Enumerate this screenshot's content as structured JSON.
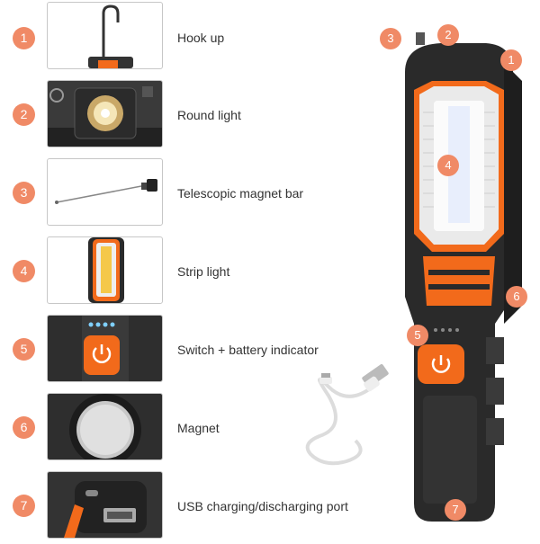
{
  "features": [
    {
      "num": "1",
      "label": "Hook up",
      "icon": "hook-icon"
    },
    {
      "num": "2",
      "label": "Round light",
      "icon": "round-light-icon"
    },
    {
      "num": "3",
      "label": "Telescopic magnet bar",
      "icon": "magnet-bar-icon"
    },
    {
      "num": "4",
      "label": "Strip light",
      "icon": "strip-light-icon"
    },
    {
      "num": "5",
      "label": "Switch + battery indicator",
      "icon": "power-icon"
    },
    {
      "num": "6",
      "label": "Magnet",
      "icon": "magnet-icon"
    },
    {
      "num": "7",
      "label": "USB charging/discharging port",
      "icon": "usb-port-icon"
    }
  ],
  "product_callouts": [
    "1",
    "2",
    "3",
    "4",
    "5",
    "6",
    "7"
  ],
  "colors": {
    "badge": "#f08a66",
    "accent_orange": "#f26a1b",
    "body_black": "#2a2a2a",
    "label_text": "#333333"
  }
}
